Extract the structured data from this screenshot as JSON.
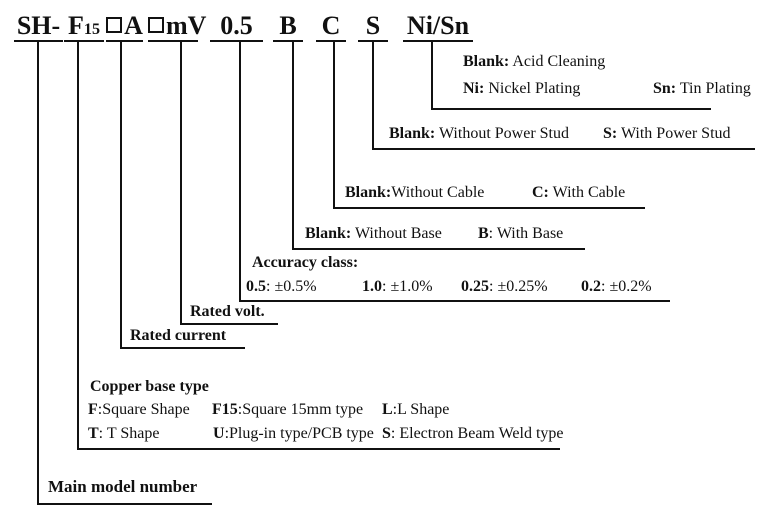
{
  "model_code": {
    "parts": [
      {
        "text": "SH-"
      },
      {
        "text": "F",
        "sub": "15"
      },
      {
        "icon": "blank-square",
        "text": "A"
      },
      {
        "icon": "blank-square",
        "text": "mV"
      },
      {
        "text": "0.5"
      },
      {
        "text": "B"
      },
      {
        "text": "C"
      },
      {
        "text": "S"
      },
      {
        "text": "Ni/Sn"
      }
    ]
  },
  "legend": {
    "plating": {
      "line1": {
        "key": "Blank:",
        "value": " Acid Cleaning"
      },
      "options": [
        {
          "key": "Ni:",
          "value": " Nickel Plating"
        },
        {
          "key": "Sn:",
          "value": " Tin Plating"
        }
      ]
    },
    "power_stud": {
      "options": [
        {
          "key": "Blank:",
          "value": " Without Power Stud"
        },
        {
          "key": "S:",
          "value": " With Power Stud"
        }
      ]
    },
    "cable": {
      "options": [
        {
          "key": "Blank:",
          "value": "Without Cable"
        },
        {
          "key": "C:",
          "value": " With Cable"
        }
      ]
    },
    "base": {
      "options": [
        {
          "key": "Blank:",
          "value": " Without Base"
        },
        {
          "key": "B",
          "value": ": With Base"
        }
      ]
    },
    "accuracy": {
      "title": "Accuracy class:",
      "options": [
        {
          "key": "0.5",
          "value": ": ±0.5%"
        },
        {
          "key": "1.0",
          "value": ": ±1.0%"
        },
        {
          "key": "0.25",
          "value": ": ±0.25%"
        },
        {
          "key": "0.2",
          "value": ": ±0.2%"
        }
      ]
    },
    "rated_volt": {
      "label": "Rated volt."
    },
    "rated_current": {
      "label": "Rated current"
    },
    "copper_base": {
      "title": "Copper base type",
      "row1": [
        {
          "key": "F",
          "value": ":Square Shape"
        },
        {
          "key": "F",
          "sub": "15",
          "value": ":Square 15mm type"
        },
        {
          "key": "L",
          "value": ":L Shape"
        }
      ],
      "row2": [
        {
          "key": "T",
          "value": ": T Shape"
        },
        {
          "key": "U",
          "value": ":Plug-in type/PCB type"
        },
        {
          "key": "S",
          "value": ": Electron Beam Weld type"
        }
      ]
    },
    "main_model": {
      "label": "Main model number"
    }
  }
}
